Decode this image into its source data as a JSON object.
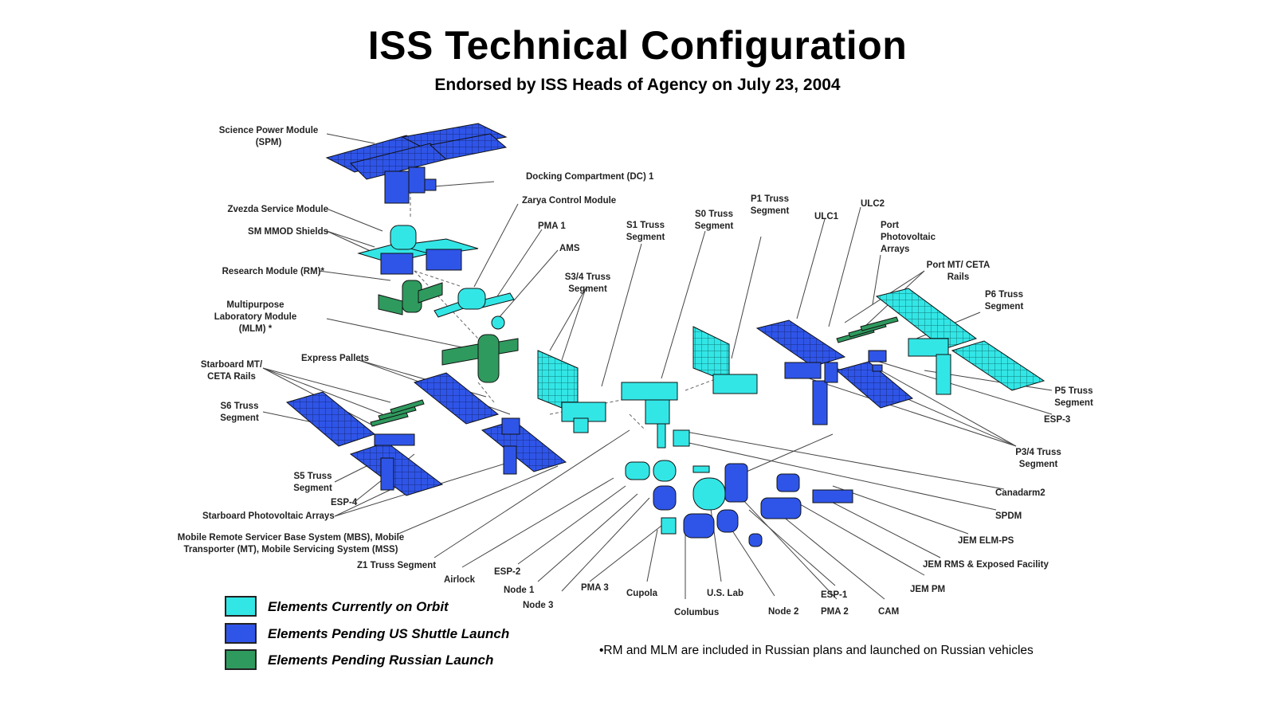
{
  "title": "ISS Technical Configuration",
  "subtitle": "Endorsed by ISS Heads of Agency on July 23, 2004",
  "colors": {
    "on_orbit": "#33e6e6",
    "pending_us_shuttle": "#2f55e8",
    "pending_russian": "#2f9a5e"
  },
  "labels": {
    "spm": "Science Power Module (SPM)",
    "dc1": "Docking Compartment (DC) 1",
    "zvezda": "Zvezda Service Module",
    "zarya": "Zarya Control Module",
    "sm_mmod": "SM MMOD Shields",
    "pma1": "PMA 1",
    "ams": "AMS",
    "rm": "Research Module (RM)*",
    "mlm": "Multipurpose Laboratory Module (MLM) *",
    "s34": "S3/4 Truss Segment",
    "s1": "S1 Truss Segment",
    "s0": "S0 Truss Segment",
    "p1": "P1 Truss Segment",
    "ulc1": "ULC1",
    "ulc2": "ULC2",
    "port_pv": "Port Photovoltaic Arrays",
    "port_mt": "Port MT/ CETA Rails",
    "p6": "P6 Truss Segment",
    "starboard_mt": "Starboard MT/ CETA Rails",
    "express": "Express Pallets",
    "s6": "S6 Truss Segment",
    "s5": "S5 Truss Segment",
    "esp4": "ESP-4",
    "starboard_pv": "Starboard Photovoltaic Arrays",
    "mbs": "Mobile Remote Servicer Base System (MBS), Mobile Transporter (MT), Mobile Servicing System (MSS)",
    "z1": "Z1 Truss Segment",
    "airlock": "Airlock",
    "esp2": "ESP-2",
    "node1": "Node 1",
    "node3": "Node 3",
    "pma3": "PMA 3",
    "cupola": "Cupola",
    "columbus": "Columbus",
    "uslab": "U.S. Lab",
    "node2": "Node 2",
    "esp1": "ESP-1",
    "pma2": "PMA 2",
    "cam": "CAM",
    "jem_pm": "JEM PM",
    "jem_rms": "JEM RMS & Exposed Facility",
    "jem_elm": "JEM ELM-PS",
    "spdm": "SPDM",
    "canadarm2": "Canadarm2",
    "p34": "P3/4 Truss Segment",
    "esp3": "ESP-3",
    "p5": "P5 Truss Segment"
  },
  "legend": [
    {
      "label": "Elements Currently on Orbit",
      "color": "#33e6e6"
    },
    {
      "label": "Elements Pending US Shuttle Launch",
      "color": "#2f55e8"
    },
    {
      "label": "Elements Pending Russian Launch",
      "color": "#2f9a5e"
    }
  ],
  "footnote": "•RM and MLM are included in Russian plans and launched on Russian vehicles"
}
